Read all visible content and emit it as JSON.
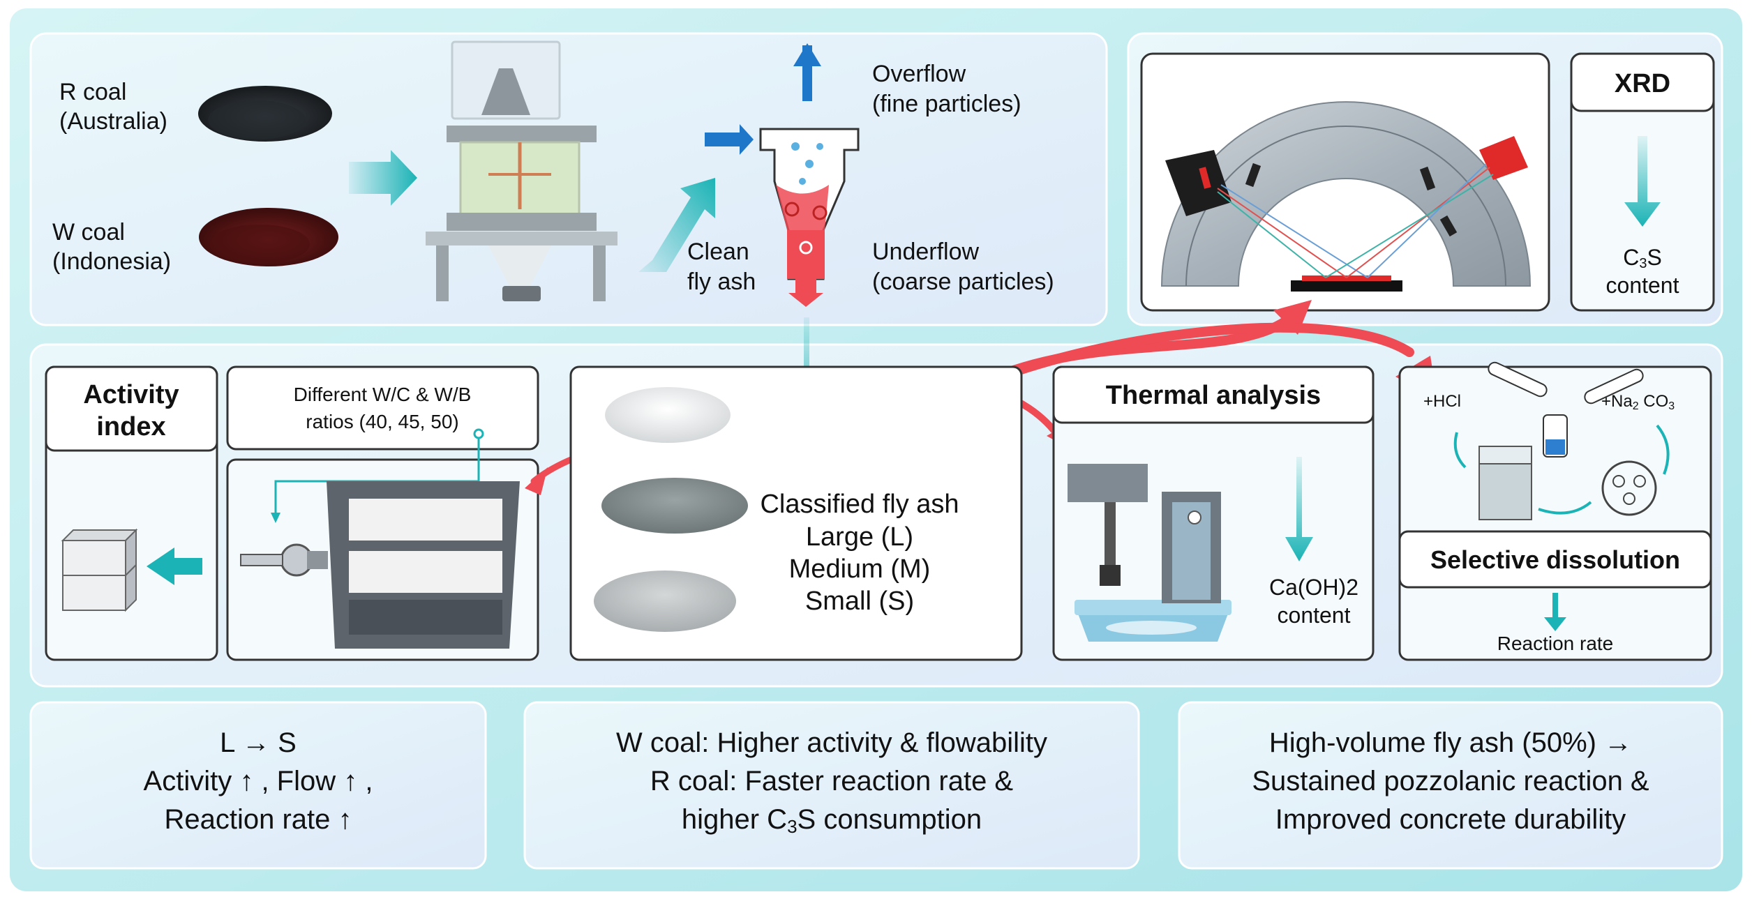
{
  "colors": {
    "outer_background": "#c4eef1",
    "panel_fill": "#eef6fb",
    "panel_border": "#333333",
    "teal_arrow": "#1bb3b5",
    "red_arrow": "#ee4b55",
    "blue_arrow": "#1e77c9",
    "coal_black": "#1e2326",
    "coal_brown": "#5a1414"
  },
  "feed": {
    "r_coal": [
      "R  coal",
      "(Australia)"
    ],
    "w_coal": [
      "W  coal",
      "(Indonesia)"
    ]
  },
  "classifier": {
    "overflow": [
      "Overflow",
      "(fine particles)"
    ],
    "underflow": [
      "Underflow",
      "(coarse particles)"
    ],
    "clean": [
      "Clean",
      "fly ash"
    ]
  },
  "xrd": {
    "title": "XRD",
    "result_prefix": "C",
    "result_sub": "3",
    "result_suffix": "S",
    "result_line2": "content"
  },
  "activity": {
    "title": [
      "Activity",
      "index"
    ],
    "note": [
      "Different W/C & W/B",
      "ratios (40, 45, 50)"
    ]
  },
  "classified": {
    "lines": [
      "Classified fly ash",
      "Large (L)",
      "Medium (M)",
      "Small (S)"
    ]
  },
  "thermal": {
    "title": "Thermal analysis",
    "result": [
      "Ca(OH)2",
      "content"
    ]
  },
  "dissolution": {
    "reagent_hcl": "+HCl",
    "reagent_na_prefix": "+Na",
    "reagent_na_sub": "2",
    "reagent_na_suffix": " CO",
    "reagent_na_sub2": "3",
    "title": "Selective dissolution",
    "result": "Reaction rate"
  },
  "conclusions": {
    "box1": [
      "L → S",
      "Activity ↑ , Flow ↑ ,",
      "Reaction rate ↑"
    ],
    "box2": {
      "line1": "W coal: Higher activity & flowability",
      "line2": "R  coal: Faster reaction rate &",
      "line3_prefix": "higher C",
      "line3_sub": "3",
      "line3_suffix": "S  consumption"
    },
    "box3": [
      "High-volume fly ash (50%) →",
      "Sustained pozzolanic reaction &",
      "Improved concrete durability"
    ]
  }
}
